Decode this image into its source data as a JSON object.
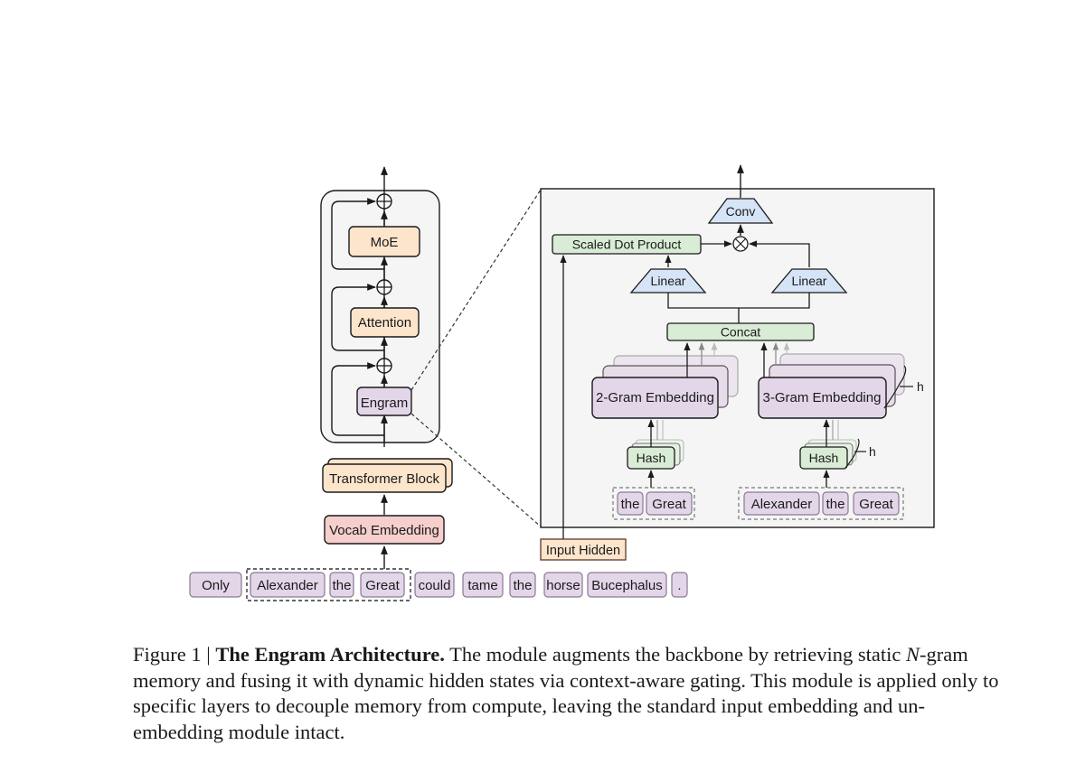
{
  "backbone": {
    "blocks": {
      "moe": "MoE",
      "attention": "Attention",
      "engram": "Engram",
      "transformer_block": "Transformer Block",
      "vocab_embedding": "Vocab Embedding"
    },
    "residual_op": "add",
    "input_tokens": [
      "Only",
      "Alexander",
      "the",
      "Great",
      "could",
      "tame",
      "the",
      "horse",
      "Bucephalus",
      "."
    ],
    "highlighted_span": [
      "Alexander",
      "the",
      "Great"
    ]
  },
  "engram_module": {
    "conv": "Conv",
    "scaled_dot_product": "Scaled Dot Product",
    "gate_op": "multiply",
    "linear_left": "Linear",
    "linear_right": "Linear",
    "concat": "Concat",
    "two_gram_embedding": "2-Gram Embedding",
    "three_gram_embedding": "3-Gram Embedding",
    "hash_left": "Hash",
    "hash_right": "Hash",
    "heads_label_embedding": "h",
    "heads_label_hash": "h",
    "two_gram_tokens": [
      "the",
      "Great"
    ],
    "three_gram_tokens": [
      "Alexander",
      "the",
      "Great"
    ],
    "input_hidden": "Input Hidden"
  },
  "caption": {
    "figure_label": "Figure 1 | ",
    "title": "The Engram Architecture.",
    "text_1": " The module augments the backbone by retrieving static ",
    "italic_n": "N",
    "text_2": "-gram memory and fusing it with dynamic hidden states via context-aware gating. This module is applied only to specific layers to decouple memory from compute, leaving the standard input embedding and un-embedding module intact."
  },
  "colors": {
    "orange_fill": "#fde5cc",
    "red_fill": "#f6cfcc",
    "purple_fill": "#e3d6e9",
    "green_fill": "#d9ecd5",
    "blue_fill": "#d5e4f6",
    "panel_fill": "#f5f5f5",
    "stroke": "#1a1a1a"
  }
}
